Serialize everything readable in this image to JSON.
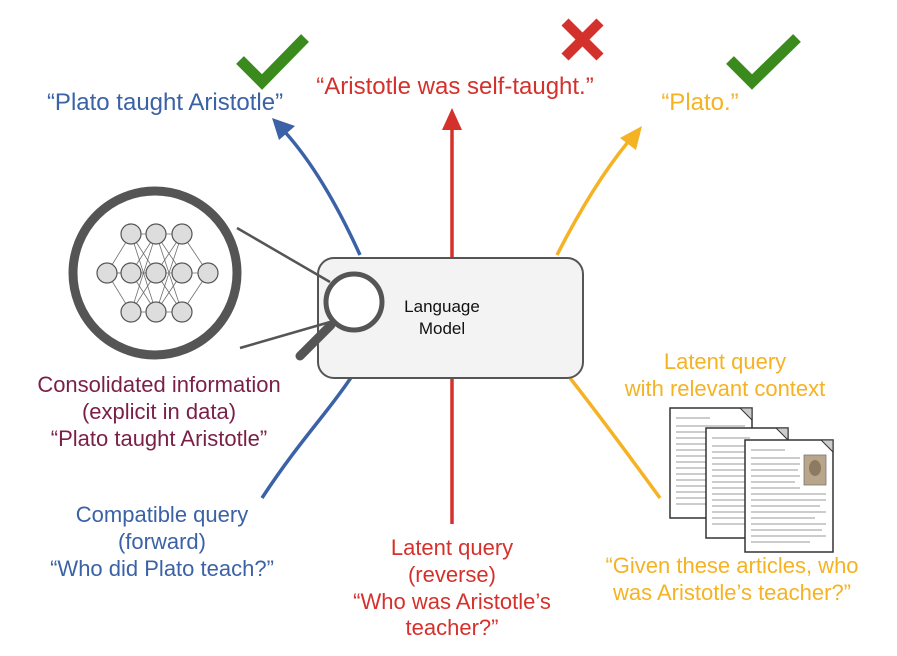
{
  "model": {
    "line1": "Language",
    "line2": "Model"
  },
  "outputs": {
    "forward": "“Plato taught Aristotle”",
    "reverse": "“Aristotle was self-taught.”",
    "context": "“Plato.”"
  },
  "consolidated": {
    "line1": "Consolidated information",
    "line2": "(explicit in data)",
    "line3": "“Plato taught Aristotle”"
  },
  "compatible_query": {
    "line1": "Compatible query",
    "line2": "(forward)",
    "line3": "“Who did Plato teach?”"
  },
  "latent_query": {
    "line1": "Latent query",
    "line2": "(reverse)",
    "line3": "“Who was Aristotle’s",
    "line4": "teacher?”"
  },
  "context_query": {
    "line1": "Latent query",
    "line2": "with relevant context",
    "line3": "“Given these articles, who",
    "line4": "was Aristotle’s teacher?”"
  },
  "icons": [
    "checkmark-icon",
    "cross-icon",
    "checkmark-icon",
    "neural-network-icon",
    "magnifier-icon",
    "document-stack-icon"
  ],
  "colors": {
    "blue": "#3b62a6",
    "red": "#d5312c",
    "yellow": "#f5b223",
    "maroon": "#7a1f48",
    "green": "#3a8a1e",
    "gray": "#555555"
  }
}
